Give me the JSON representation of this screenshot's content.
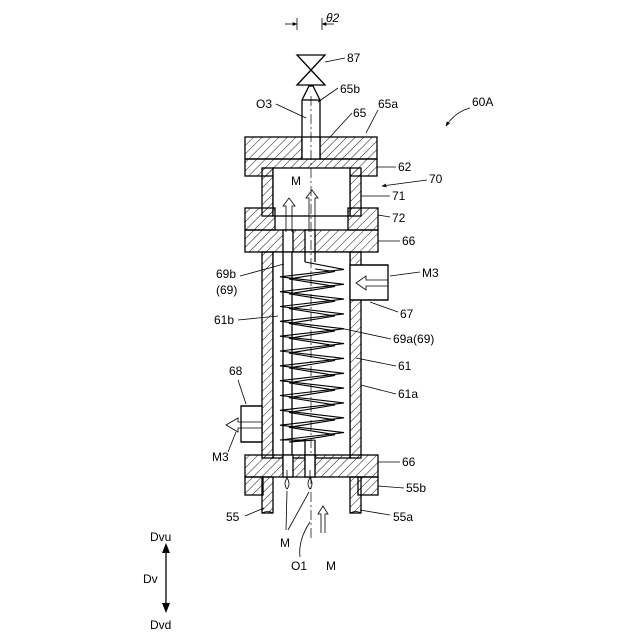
{
  "labels": {
    "theta2": "θ2",
    "ref87": "87",
    "ref65b": "65b",
    "refO3": "O3",
    "ref65": "65",
    "ref65a": "65a",
    "ref60A": "60A",
    "ref62": "62",
    "ref70": "70",
    "refM_top": "M",
    "ref71": "71",
    "ref72": "72",
    "ref66_top": "66",
    "ref69b": "69b",
    "ref69_paren": "(69)",
    "refM3_right": "M3",
    "ref67": "67",
    "ref61b": "61b",
    "ref69a": "69a(69)",
    "ref61": "61",
    "ref68": "68",
    "ref61a": "61a",
    "refM3_left": "M3",
    "ref66_bottom": "66",
    "ref55b": "55b",
    "ref55": "55",
    "ref55a": "55a",
    "refM_bottom_left": "M",
    "refO1": "O1",
    "refM_bottom_right": "M",
    "refDvu": "Dvu",
    "refDv": "Dv",
    "refDvd": "Dvd"
  }
}
